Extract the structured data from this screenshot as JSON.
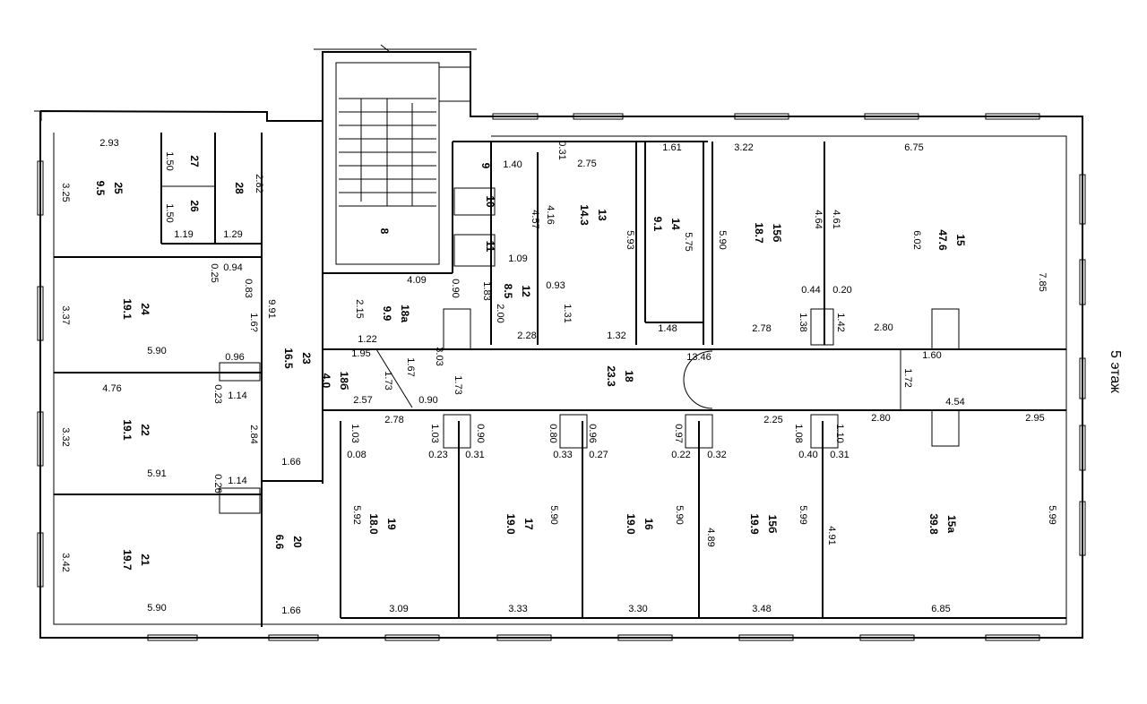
{
  "floor_label": "5 этаж",
  "stair_label": "8",
  "rooms": [
    {
      "num": "25",
      "area": "9.5"
    },
    {
      "num": "27",
      "area": ""
    },
    {
      "num": "28",
      "area": ""
    },
    {
      "num": "26",
      "area": ""
    },
    {
      "num": "24",
      "area": "19.1"
    },
    {
      "num": "23",
      "area": "16.5"
    },
    {
      "num": "22",
      "area": "19.1"
    },
    {
      "num": "21",
      "area": "19.7"
    },
    {
      "num": "20",
      "area": "6.6"
    },
    {
      "num": "9",
      "area": ""
    },
    {
      "num": "10",
      "area": ""
    },
    {
      "num": "11",
      "area": ""
    },
    {
      "num": "12",
      "area": "8.5"
    },
    {
      "num": "13",
      "area": "14.3"
    },
    {
      "num": "14",
      "area": "9.1"
    },
    {
      "num": "15б",
      "area": "18.7"
    },
    {
      "num": "15",
      "area": "47.6"
    },
    {
      "num": "18а",
      "area": "9.9"
    },
    {
      "num": "18б",
      "area": "4.0"
    },
    {
      "num": "18",
      "area": "23.3"
    },
    {
      "num": "19",
      "area": "18.0"
    },
    {
      "num": "17",
      "area": "19.0"
    },
    {
      "num": "16",
      "area": "19.0"
    },
    {
      "num": "15б",
      "area": "19.9"
    },
    {
      "num": "15а",
      "area": "39.8"
    }
  ],
  "dimensions": [
    "2.93",
    "3.25",
    "1.50",
    "1.50",
    "1.19",
    "1.29",
    "2.82",
    "0.25",
    "0.94",
    "0.83",
    "9.91",
    "3.37",
    "1.6?",
    "5.90",
    "0.96",
    "4.76",
    "0.23",
    "1.14",
    "3.32",
    "2.84",
    "5.91",
    "0.26",
    "1.14",
    "1.66",
    "3.42",
    "5.90",
    "1.66",
    "4.09",
    "0.90",
    "2.15",
    "1.83",
    "2.00",
    "1.22",
    "1.95",
    "1.67",
    "1.73",
    "3.03",
    "1.73",
    "2.57",
    "0.90",
    "2.78",
    "1.40",
    "0.31",
    "2.75",
    "1.61",
    "3.22",
    "6.75",
    "4.57",
    "4.16",
    "5.93",
    "5.75",
    "5.90",
    "4.64",
    "4.61",
    "6.02",
    "7.85",
    "1.09",
    "0.93",
    "1.31",
    "2.28",
    "1.32",
    "1.48",
    "0.44",
    "0.20",
    "1.38",
    "1.42",
    "2.78",
    "2.80",
    "13.46",
    "1.60",
    "1.72",
    "2.25",
    "4.54",
    "2.80",
    "2.95",
    "1.03",
    "1.03",
    "0.90",
    "0.80",
    "0.96",
    "0.97",
    "1.08",
    "1.10",
    "0.08",
    "0.23",
    "0.31",
    "0.33",
    "0.27",
    "0.22",
    "0.32",
    "0.40",
    "0.31",
    "5.92",
    "5.90",
    "5.90",
    "4.89",
    "5.99",
    "4.91",
    "5.99",
    "3.09",
    "3.33",
    "3.30",
    "3.48",
    "6.85"
  ]
}
